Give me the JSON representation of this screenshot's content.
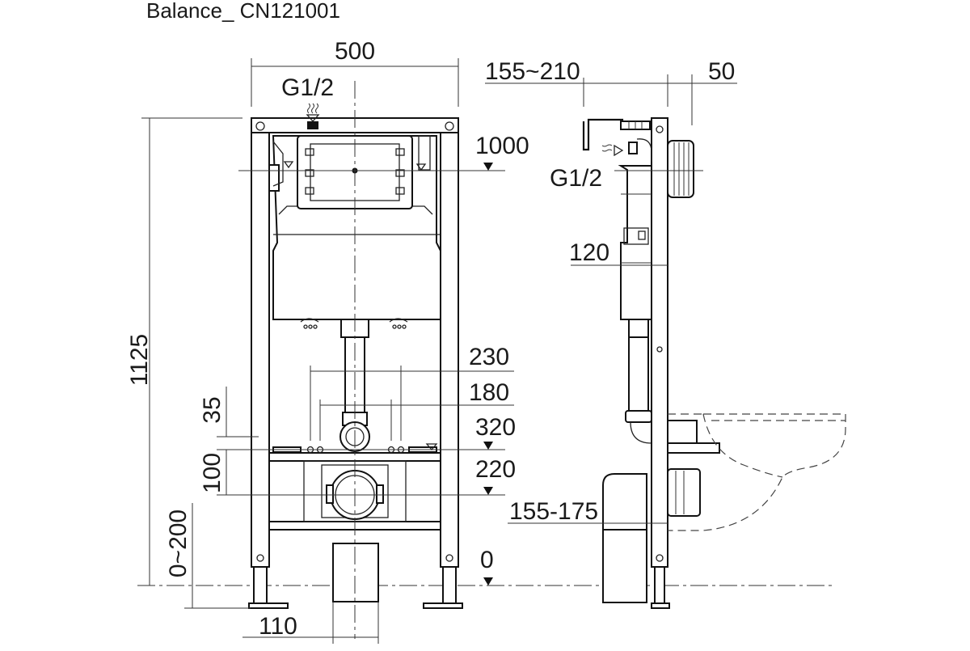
{
  "title": "Balance_ CN121001",
  "front": {
    "width_500": "500",
    "inlet_g12": "G1/2",
    "height_1125": "1125",
    "level_1000": "1000",
    "dim_230": "230",
    "dim_180": "180",
    "dim_35": "35",
    "level_320": "320",
    "dim_100": "100",
    "level_220": "220",
    "dim_0_200": "0~200",
    "level_0": "0",
    "dim_110": "110"
  },
  "side": {
    "dim_155_210": "155~210",
    "dim_50": "50",
    "inlet_g12": "G1/2",
    "dim_120": "120",
    "dim_155_175": "155-175"
  }
}
